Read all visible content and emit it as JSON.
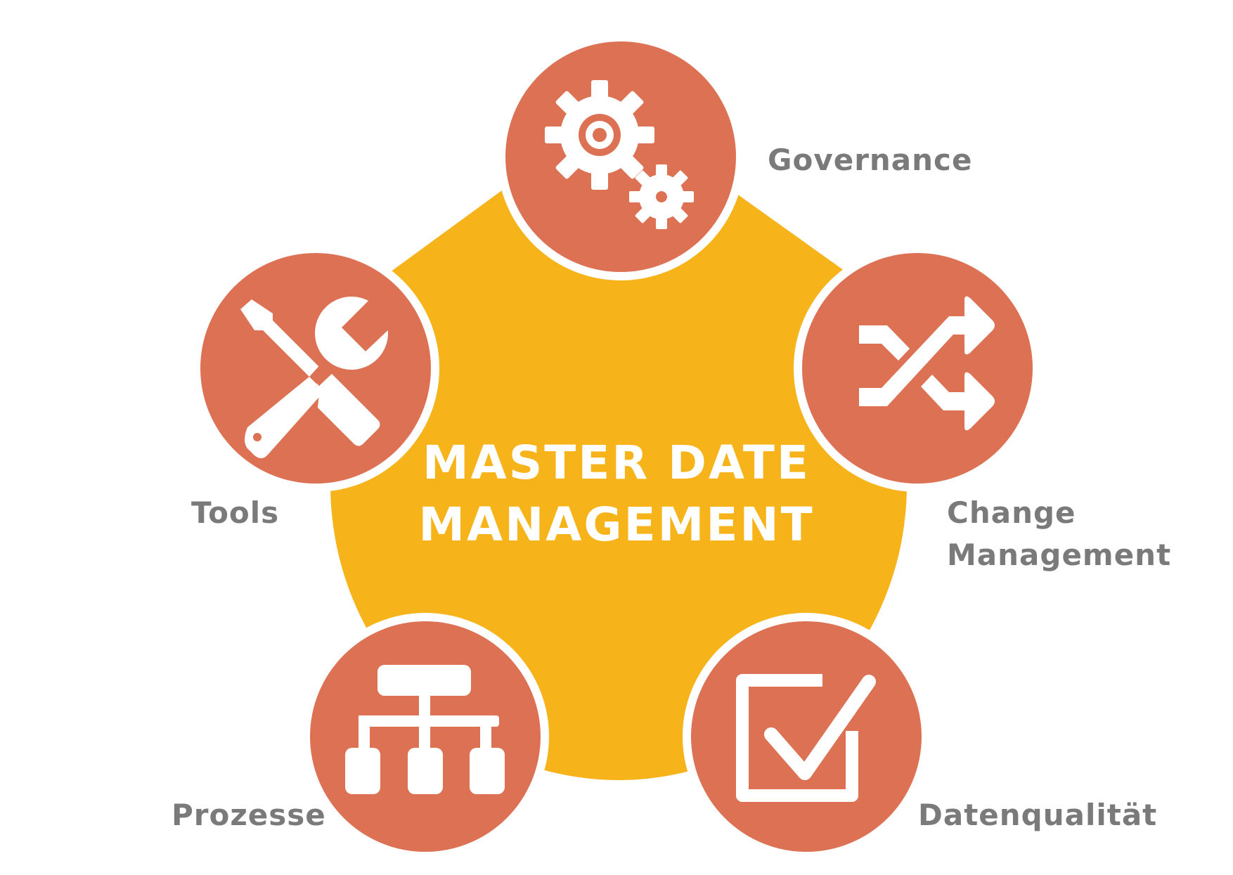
{
  "diagram": {
    "title_line_1": "MASTER DATE",
    "title_line_2": "MANAGEMENT",
    "nodes": [
      {
        "id": "governance",
        "label": "Governance",
        "icon": "gears-icon"
      },
      {
        "id": "change",
        "label_line_1": "Change",
        "label_line_2": "Management",
        "icon": "shuffle-arrows-icon"
      },
      {
        "id": "datenqualitaet",
        "label": "Datenqualität",
        "icon": "checkbox-checked-icon"
      },
      {
        "id": "prozesse",
        "label": "Prozesse",
        "icon": "org-chart-icon"
      },
      {
        "id": "tools",
        "label": "Tools",
        "icon": "wrench-screwdriver-icon"
      }
    ]
  },
  "colors": {
    "pentagon": "#F6B41A",
    "circle": "#DD7154",
    "circle_border": "#FFFFFF",
    "icon": "#FFFFFF",
    "title": "#FFFFFF",
    "label": "#7A7A7A"
  }
}
